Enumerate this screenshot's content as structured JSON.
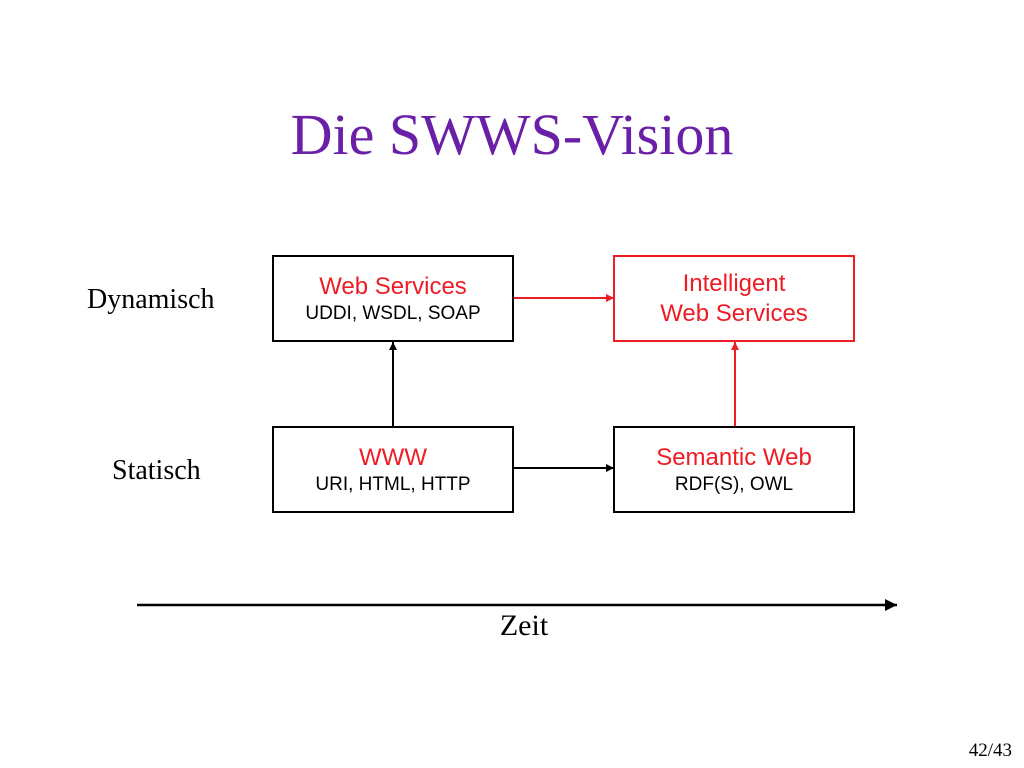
{
  "slide": {
    "title": "Die SWWS-Vision",
    "page_number": "42/43"
  },
  "rows": {
    "dynamic_label": "Dynamisch",
    "static_label": "Statisch"
  },
  "boxes": {
    "web_services": {
      "title": "Web Services",
      "subtitle": "UDDI, WSDL, SOAP"
    },
    "intelligent_web_services": {
      "title_line1": "Intelligent",
      "title_line2": "Web Services"
    },
    "www": {
      "title": "WWW",
      "subtitle": "URI, HTML, HTTP"
    },
    "semantic_web": {
      "title": "Semantic Web",
      "subtitle": "RDF(S), OWL"
    }
  },
  "time_axis": {
    "label": "Zeit"
  },
  "colors": {
    "title": "#6a1fa7",
    "accent": "#ee1c24",
    "text": "#000000",
    "background": "#ffffff"
  }
}
